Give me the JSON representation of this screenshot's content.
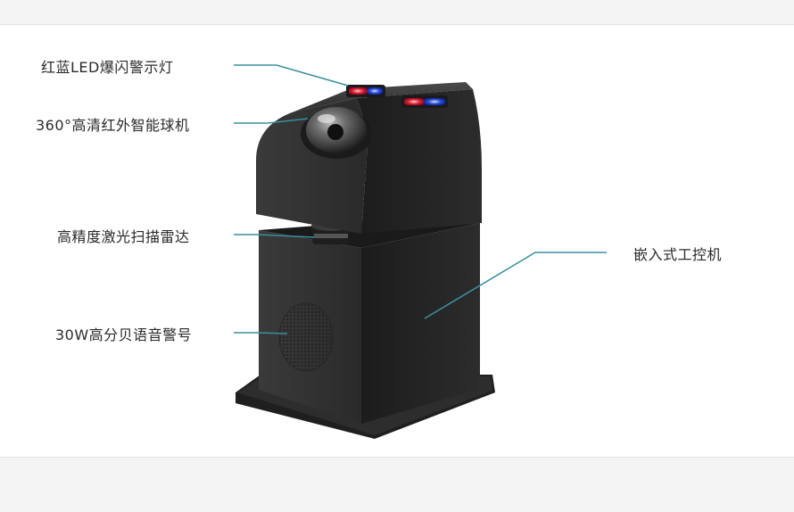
{
  "labels": {
    "led": "红蓝LED爆闪警示灯",
    "camera": "360°高清红外智能球机",
    "lidar": "高精度激光扫描雷达",
    "speaker": "30W高分贝语音警号",
    "ipc": "嵌入式工控机"
  },
  "colors": {
    "leader": "#3a8fa0",
    "body": "#2b2b2b",
    "red_led": "#e0243a",
    "blue_led": "#2a4fd8"
  }
}
